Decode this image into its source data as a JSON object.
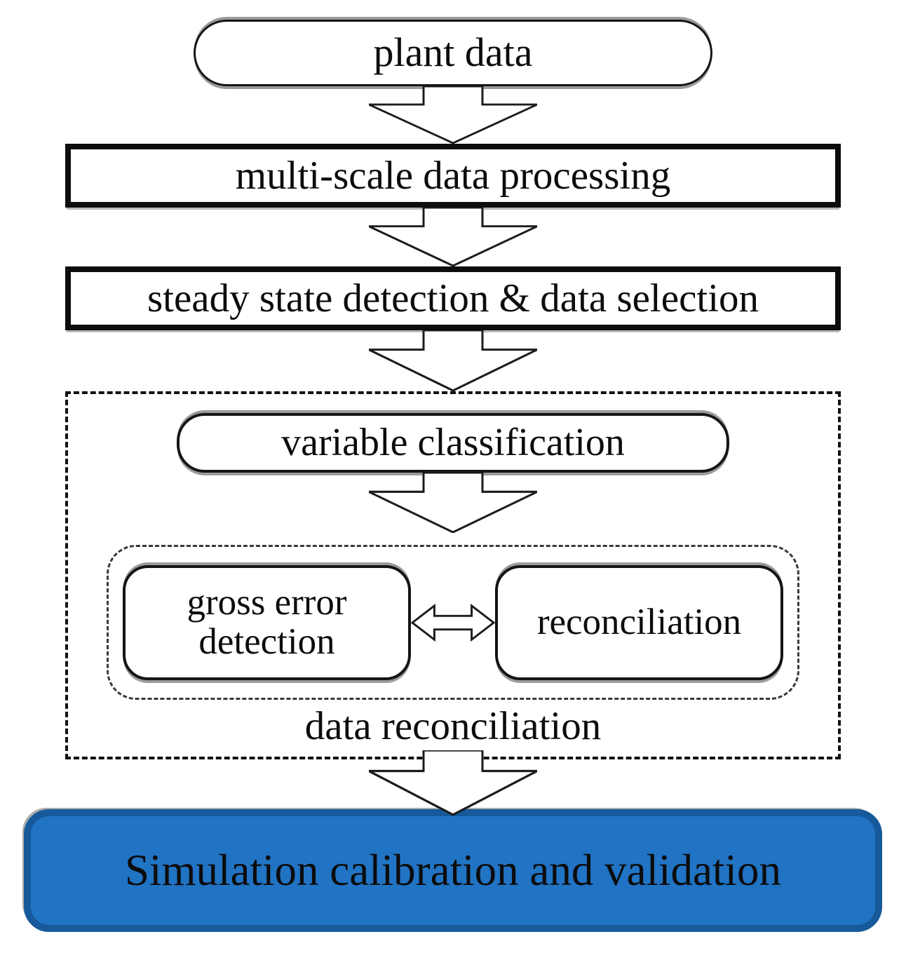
{
  "figure": {
    "type": "flowchart",
    "background": "#ffffff"
  },
  "nodes": {
    "plant_data": {
      "label": "plant data",
      "shape": "stadium"
    },
    "multi_scale": {
      "label": "multi-scale data processing",
      "shape": "bold-rectangle"
    },
    "steady_state": {
      "label": "steady state detection & data selection",
      "shape": "bold-rectangle"
    },
    "variable_classification": {
      "label": "variable classification",
      "shape": "rounded-rectangle"
    },
    "gross_error": {
      "label": "gross error detection",
      "shape": "rounded-rectangle"
    },
    "reconciliation": {
      "label": "reconciliation",
      "shape": "rounded-rectangle"
    },
    "data_reconciliation_group": {
      "label": "data reconciliation",
      "shape": "dashed-container"
    },
    "simulation": {
      "label": "Simulation calibration and validation",
      "shape": "rounded-filled"
    }
  },
  "edges": [
    {
      "from": "plant_data",
      "to": "multi_scale",
      "type": "block-arrow-down"
    },
    {
      "from": "multi_scale",
      "to": "steady_state",
      "type": "block-arrow-down"
    },
    {
      "from": "steady_state",
      "to": "data_reconciliation_group",
      "type": "block-arrow-down"
    },
    {
      "from": "variable_classification",
      "to": "gross_error_reconciliation_subgroup",
      "type": "block-arrow-down"
    },
    {
      "from": "gross_error",
      "to": "reconciliation",
      "type": "double-headed-arrow"
    },
    {
      "from": "data_reconciliation_group",
      "to": "simulation",
      "type": "block-arrow-down"
    }
  ],
  "colors": {
    "line": "#111111",
    "node_fill": "#ffffff",
    "shadow": "#9b9b9b",
    "accent_fill": "#2173c4",
    "accent_border": "#165a9b",
    "text": "#0c0c0c"
  }
}
